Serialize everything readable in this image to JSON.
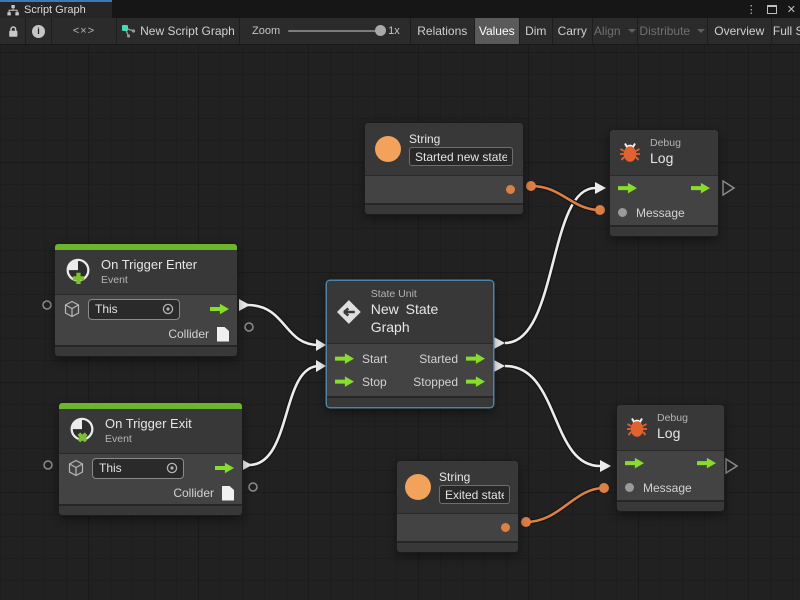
{
  "window": {
    "tab_title": "Script Graph",
    "menu_glyph": "⋮",
    "close_glyph": "✕"
  },
  "toolbar": {
    "info_glyph": "i",
    "code_toggle": "<×>",
    "graph_name": "New Script Graph",
    "zoom_label": "Zoom",
    "zoom_value": "1x",
    "relations": "Relations",
    "values": "Values",
    "dim": "Dim",
    "carry": "Carry",
    "align": "Align",
    "distribute": "Distribute",
    "overview": "Overview",
    "full_screen": "Full Screen"
  },
  "nodes": {
    "string_top": {
      "title": "String",
      "value": "Started new state!"
    },
    "debug_top": {
      "category": "Debug",
      "title": "Log",
      "message_label": "Message"
    },
    "trigger_enter": {
      "title": "On Trigger Enter",
      "subtitle": "Event",
      "target": "This",
      "output_label": "Collider"
    },
    "state_unit": {
      "category": "State Unit",
      "title": "New State Graph",
      "start": "Start",
      "stop": "Stop",
      "started": "Started",
      "stopped": "Stopped"
    },
    "trigger_exit": {
      "title": "On Trigger Exit",
      "subtitle": "Event",
      "target": "This",
      "output_label": "Collider"
    },
    "string_bottom": {
      "title": "String",
      "value": "Exited state"
    },
    "debug_bottom": {
      "category": "Debug",
      "title": "Log",
      "message_label": "Message"
    }
  },
  "colors": {
    "flow_green": "#86dd2b",
    "event_bar_green": "#6cb52d",
    "value_orange": "#dd8046",
    "selection_blue": "#4f82a5",
    "canvas_bg": "#212121"
  }
}
